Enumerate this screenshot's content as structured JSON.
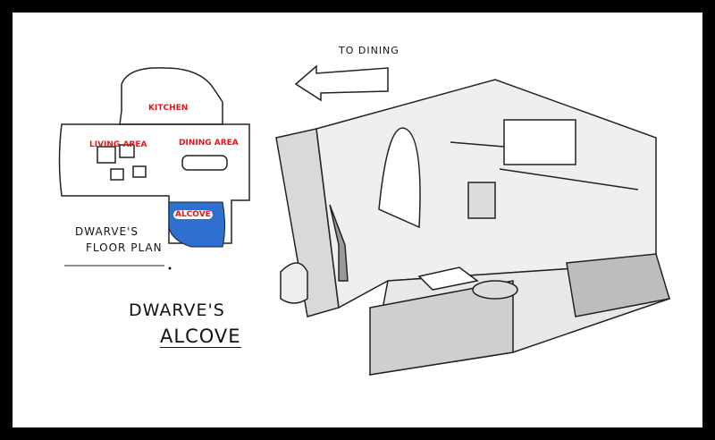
{
  "arrow_label": "TO DINING",
  "floor_plan": {
    "rooms": [
      "KITCHEN",
      "LIVING AREA",
      "DINING AREA",
      "ALCOVE"
    ],
    "title_line1": "DWARVE'S",
    "title_line2": "FLOOR PLAN",
    "highlight_color": "#2f6fd0"
  },
  "main_title": {
    "line1": "DWARVE'S",
    "line2": "ALCOVE"
  }
}
